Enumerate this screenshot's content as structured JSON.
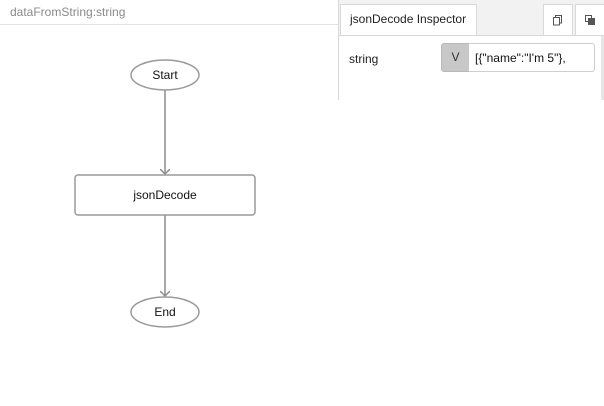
{
  "canvas": {
    "title": "dataFromString:string"
  },
  "flow": {
    "start_label": "Start",
    "step_label": "jsonDecode",
    "end_label": "End"
  },
  "inspector": {
    "tab_title": "jsonDecode Inspector",
    "icons": [
      "copy-icon",
      "duplicate-icon"
    ],
    "property": {
      "label": "string",
      "mode_button": "V",
      "value": "[{\"name\":\"I'm 5\"},"
    }
  },
  "colors": {
    "node_stroke": "#9a9a9a",
    "edge_stroke": "#8c8c8c",
    "mode_button_bg": "#c8c8c8",
    "title_text": "#8a8a8a"
  }
}
